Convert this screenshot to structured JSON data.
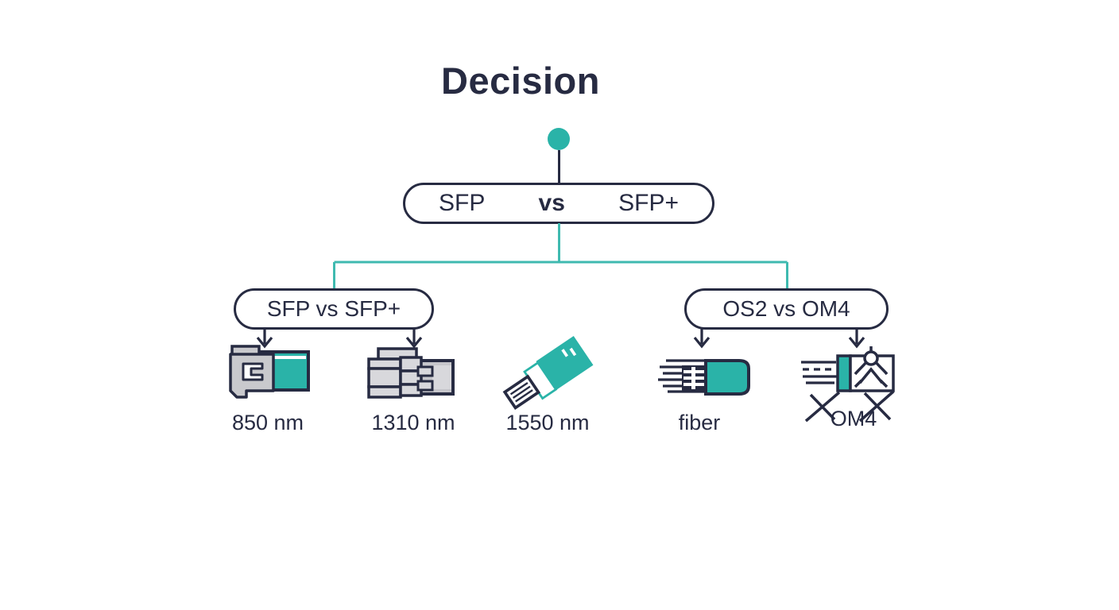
{
  "title": "Decision",
  "root_node": {
    "left": "SFP",
    "versus": "vs",
    "right": "SFP+"
  },
  "branches": [
    {
      "label": "SFP vs SFP+"
    },
    {
      "label": "OS2 vs OM4"
    }
  ],
  "leaves": [
    {
      "label": "850 nm",
      "icon": "sfp-module-teal-icon"
    },
    {
      "label": "1310 nm",
      "icon": "sfp-module-gray-icon"
    },
    {
      "label": "1550 nm",
      "icon": "sfp-module-angled-icon"
    },
    {
      "label": "fiber",
      "icon": "fiber-cable-connector-icon"
    },
    {
      "label": "OM4",
      "icon": "om4-connector-crossed-icon"
    }
  ],
  "colors": {
    "navy": "#272b42",
    "teal": "#2ab3a8",
    "connector_line": "#3fbab0",
    "gray": "#c9c9cd",
    "light_gray": "#d8d8dc"
  }
}
